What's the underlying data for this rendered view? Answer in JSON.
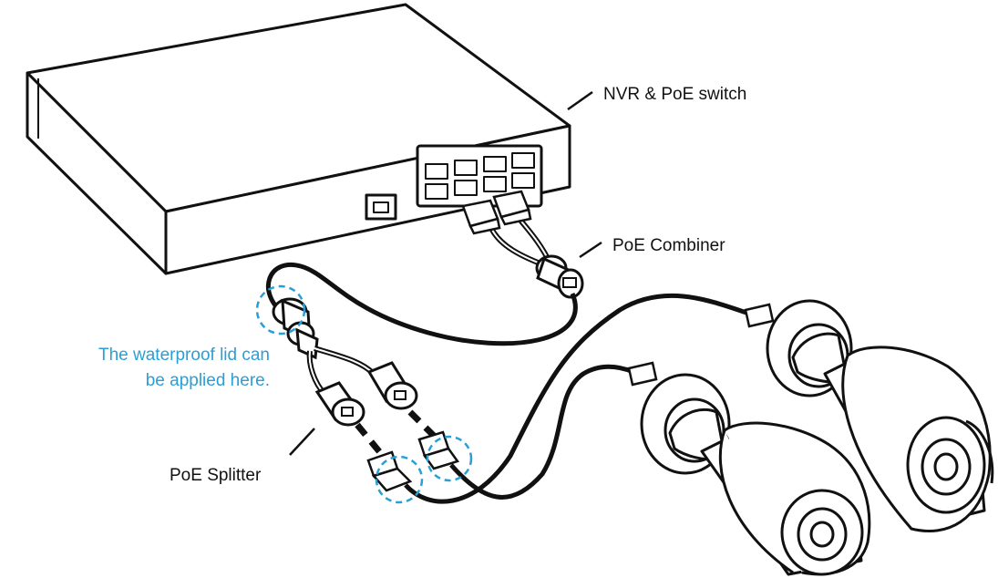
{
  "labels": {
    "nvr_switch": "NVR & PoE switch",
    "combiner": "PoE Combiner",
    "splitter": "PoE Splitter"
  },
  "note": {
    "line1": "The waterproof lid can",
    "line2": "be applied here."
  },
  "colors": {
    "line": "#111111",
    "highlight": "#2a9fd6",
    "background": "#ffffff"
  },
  "icons": {
    "device": "nvr-poe-switch-icon",
    "camera": "bullet-camera-icon",
    "connector": "rj45-plug-icon"
  }
}
